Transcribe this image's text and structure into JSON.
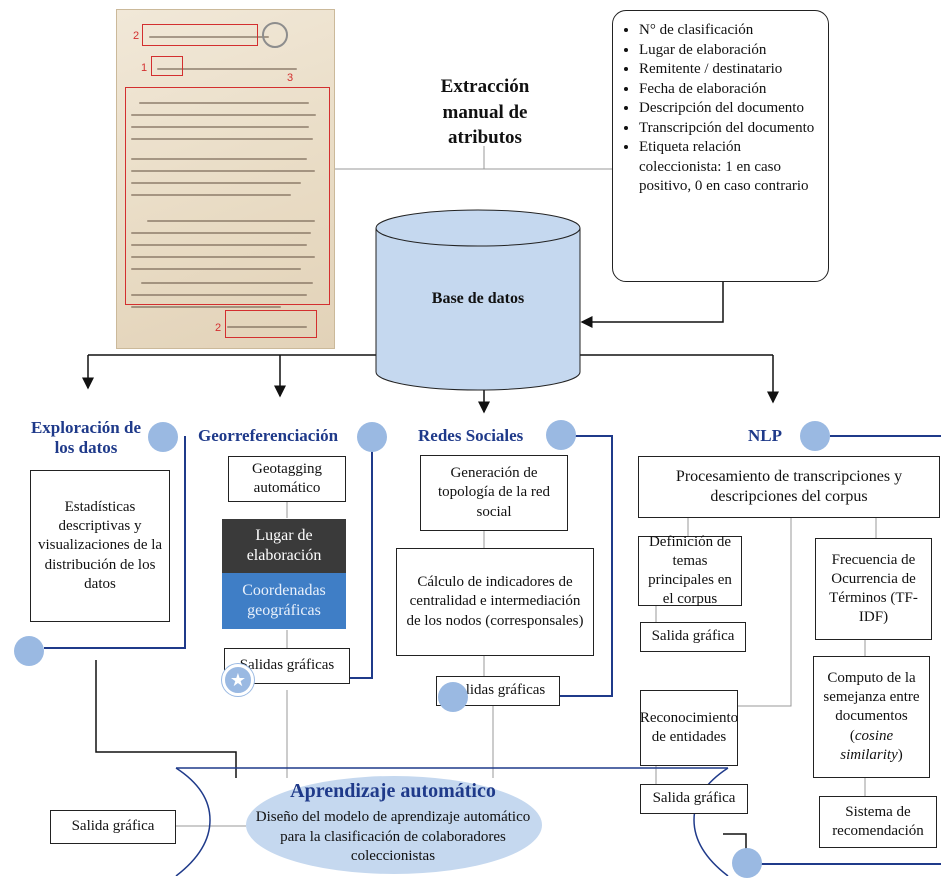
{
  "document_image": {
    "labels": [
      "2",
      "1",
      "3",
      "2"
    ]
  },
  "extraction": {
    "title": "Extracción manual de atributos",
    "attributes": [
      "N° de clasificación",
      "Lugar de elaboración",
      "Remitente / destinatario",
      "Fecha de elaboración",
      "Descripción del documento",
      "Transcripción del documento",
      "Etiqueta relación coleccionista: 1 en caso positivo, 0 en caso contrario"
    ]
  },
  "database": {
    "label": "Base de datos"
  },
  "exploration": {
    "heading": "Exploración de los datos",
    "box": "Estadísticas descriptivas y visualizaciones de la distribución de los datos"
  },
  "geo": {
    "heading": "Georreferenciación",
    "geotagging": "Geotagging automático",
    "place": "Lugar de elaboración",
    "coords": "Coordenadas geográficas",
    "output": "Salidas gráficas",
    "colors": {
      "place": "#3a3a3a",
      "coords": "#3f7ec6"
    }
  },
  "social": {
    "heading": "Redes Sociales",
    "topology": "Generación de topología de la red social",
    "indicators": "Cálculo de indicadores de centralidad e intermediación de los nodos (corresponsales)",
    "output": "Salidas gráficas"
  },
  "nlp": {
    "heading": "NLP",
    "processing": "Procesamiento de transcripciones y descripciones del corpus",
    "topics": "Definición de temas principales en el corpus",
    "topics_output": "Salida gráfica",
    "tfidf": "Frecuencia de Ocurrencia de Términos (TF-IDF)",
    "similarity_pre": "Computo de la semejanza entre documentos (",
    "similarity_em": "cosine similarity",
    "similarity_post": ")",
    "entities": "Reconocimiento de entidades",
    "entities_output": "Salida gráfica",
    "recommend": "Sistema de recomendación"
  },
  "ml": {
    "title": "Aprendizaje automático",
    "text": "Diseño del modelo de aprendizaje automático para la clasificación de colaboradores coleccionistas",
    "output": "Salida gráfica"
  },
  "colors": {
    "accent": "#1f3a8a",
    "circle": "#9ab9e2",
    "cylinder": "#c5d8ef"
  }
}
